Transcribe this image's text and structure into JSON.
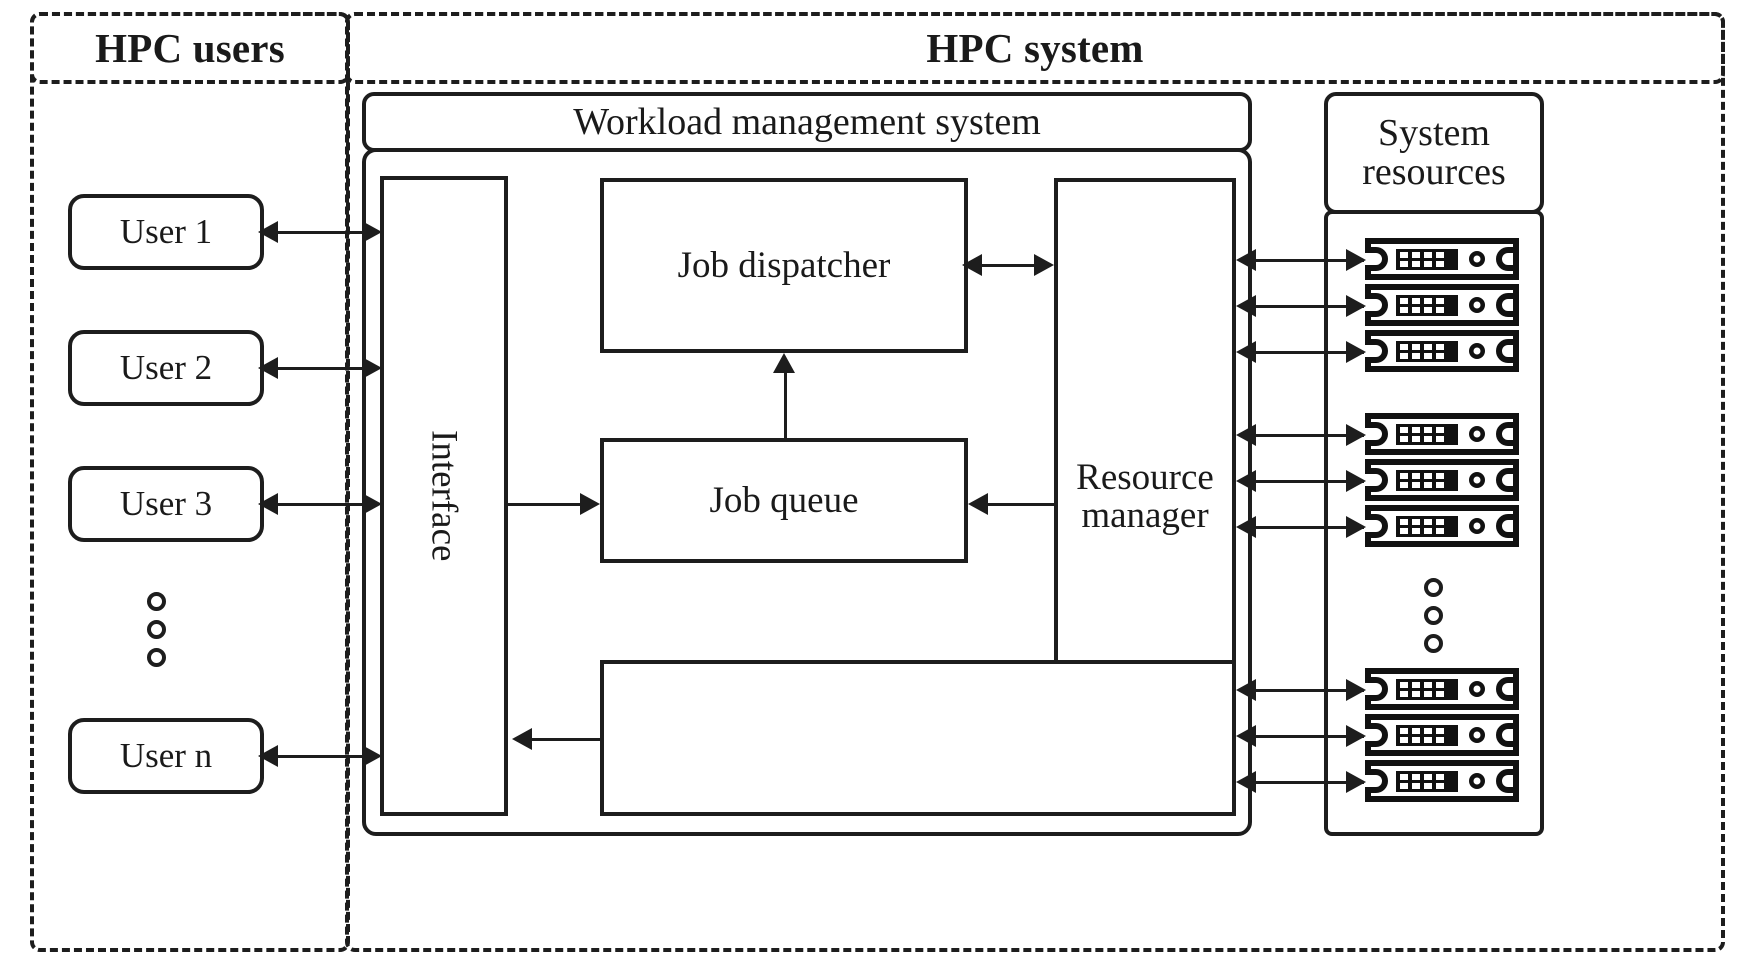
{
  "diagram": {
    "title_users": "HPC users",
    "title_system": "HPC system",
    "wms_label": "Workload management system",
    "sysres_label_line1": "System",
    "sysres_label_line2": "resources",
    "interface_label": "Interface",
    "job_dispatcher_label": "Job dispatcher",
    "job_queue_label": "Job queue",
    "resource_manager_line1": "Resource",
    "resource_manager_line2": "manager",
    "bottom_box_label": "",
    "users": [
      {
        "label": "User 1"
      },
      {
        "label": "User 2"
      },
      {
        "label": "User 3"
      },
      {
        "label": "User n"
      }
    ],
    "user_ellipsis": "vertical-dots",
    "resource_ellipsis": "vertical-dots",
    "resource_groups": [
      {
        "nodes": 3
      },
      {
        "nodes": 3
      },
      {
        "nodes": 3
      }
    ],
    "colors": {
      "stroke": "#1d1d1d",
      "background": "#ffffff",
      "text": "#1a1a1a"
    },
    "connections": [
      {
        "from": "User 1",
        "to": "Interface",
        "type": "bidirectional"
      },
      {
        "from": "User 2",
        "to": "Interface",
        "type": "bidirectional"
      },
      {
        "from": "User 3",
        "to": "Interface",
        "type": "bidirectional"
      },
      {
        "from": "User n",
        "to": "Interface",
        "type": "bidirectional"
      },
      {
        "from": "Interface",
        "to": "Job queue",
        "type": "directed"
      },
      {
        "from": "Job queue",
        "to": "Job dispatcher",
        "type": "directed"
      },
      {
        "from": "Job dispatcher",
        "to": "Resource manager",
        "type": "bidirectional"
      },
      {
        "from": "Resource manager",
        "to": "Job queue",
        "type": "directed"
      },
      {
        "from": "bottom box",
        "to": "Interface",
        "type": "directed"
      },
      {
        "from": "Resource manager",
        "to": "System resources",
        "type": "bidirectional"
      }
    ]
  }
}
